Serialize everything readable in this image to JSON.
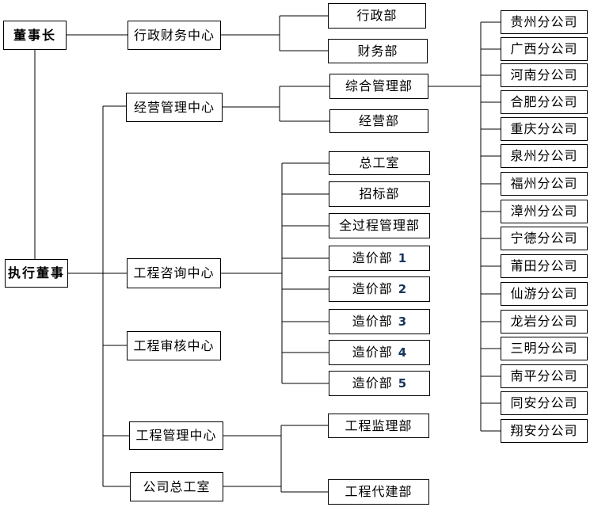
{
  "colors": {
    "line": "#000000",
    "box_border": "#000000",
    "box_background": "#ffffff",
    "page_background": "#ffffff",
    "text": "#000000",
    "number_accent": "#17365D"
  },
  "org": {
    "chairman": {
      "label": "董事长"
    },
    "executive_director": {
      "label": "执行董事"
    },
    "centers": [
      {
        "label": "行政财务中心"
      },
      {
        "label": "经营管理中心"
      },
      {
        "label": "工程咨询中心"
      },
      {
        "label": "工程审核中心"
      },
      {
        "label": "工程管理中心"
      },
      {
        "label": "公司总工室"
      }
    ],
    "admin_finance_departments": [
      {
        "label": "行政部"
      },
      {
        "label": "财务部"
      }
    ],
    "business_departments": [
      {
        "label": "综合管理部"
      },
      {
        "label": "经营部"
      }
    ],
    "consulting_departments": [
      {
        "label": "总工室"
      },
      {
        "label": "招标部"
      },
      {
        "label": "全过程管理部"
      },
      {
        "label": "造价部",
        "num": "1"
      },
      {
        "label": "造价部",
        "num": "2"
      },
      {
        "label": "造价部",
        "num": "3"
      },
      {
        "label": "造价部",
        "num": "4"
      },
      {
        "label": "造价部",
        "num": "5"
      }
    ],
    "project_departments": [
      {
        "label": "工程监理部"
      },
      {
        "label": "工程代建部"
      }
    ],
    "branch_companies": [
      {
        "label": "贵州分公司"
      },
      {
        "label": "广西分公司"
      },
      {
        "label": "河南分公司"
      },
      {
        "label": "合肥分公司"
      },
      {
        "label": "重庆分公司"
      },
      {
        "label": "泉州分公司"
      },
      {
        "label": "福州分公司"
      },
      {
        "label": "漳州分公司"
      },
      {
        "label": "宁德分公司"
      },
      {
        "label": "莆田分公司"
      },
      {
        "label": "仙游分公司"
      },
      {
        "label": "龙岩分公司"
      },
      {
        "label": "三明分公司"
      },
      {
        "label": "南平分公司"
      },
      {
        "label": "同安分公司"
      },
      {
        "label": "翔安分公司"
      }
    ]
  }
}
